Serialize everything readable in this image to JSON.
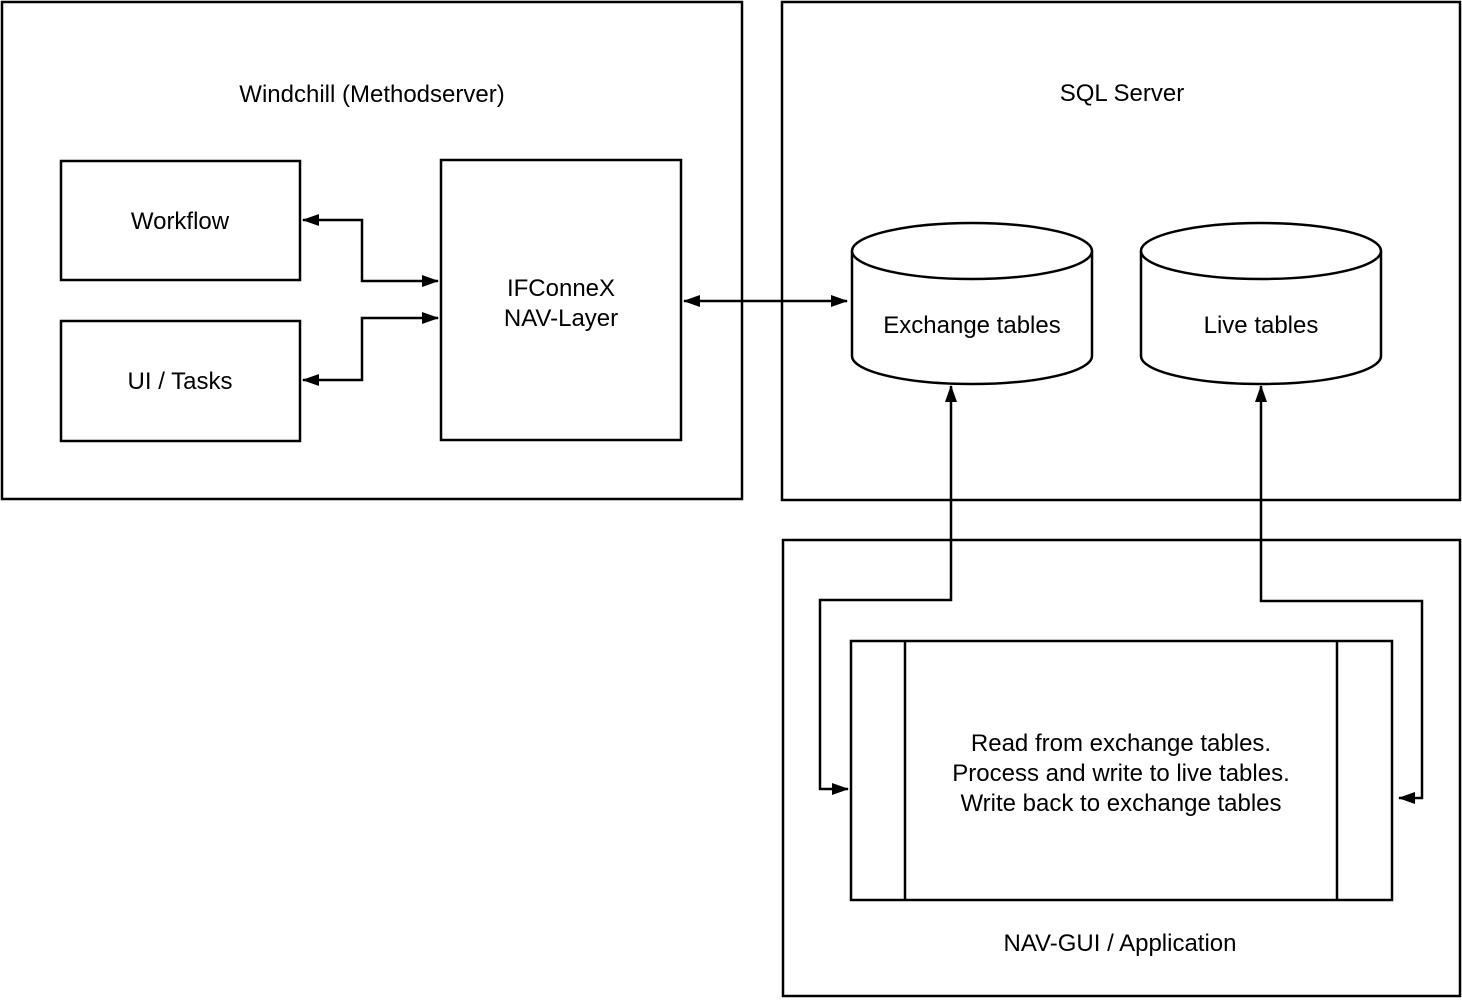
{
  "diagram": {
    "colors": {
      "background": "#ffffff",
      "line": "#000000",
      "text": "#000000"
    },
    "containers": {
      "windchill": {
        "title": "Windchill (Methodserver)"
      },
      "sql_server": {
        "title": "SQL Server"
      },
      "nav_gui": {
        "title": "NAV-GUI / Application"
      }
    },
    "nodes": {
      "workflow": {
        "label": "Workflow"
      },
      "ui_tasks": {
        "label": "UI / Tasks"
      },
      "ifconnex": {
        "line1": "IFConneX",
        "line2": "NAV-Layer"
      },
      "exchange_tables": {
        "label": "Exchange tables"
      },
      "live_tables": {
        "label": "Live tables"
      },
      "process": {
        "line1": "Read from exchange tables.",
        "line2": "Process and write to live tables.",
        "line3": "Write back to exchange tables"
      }
    }
  }
}
